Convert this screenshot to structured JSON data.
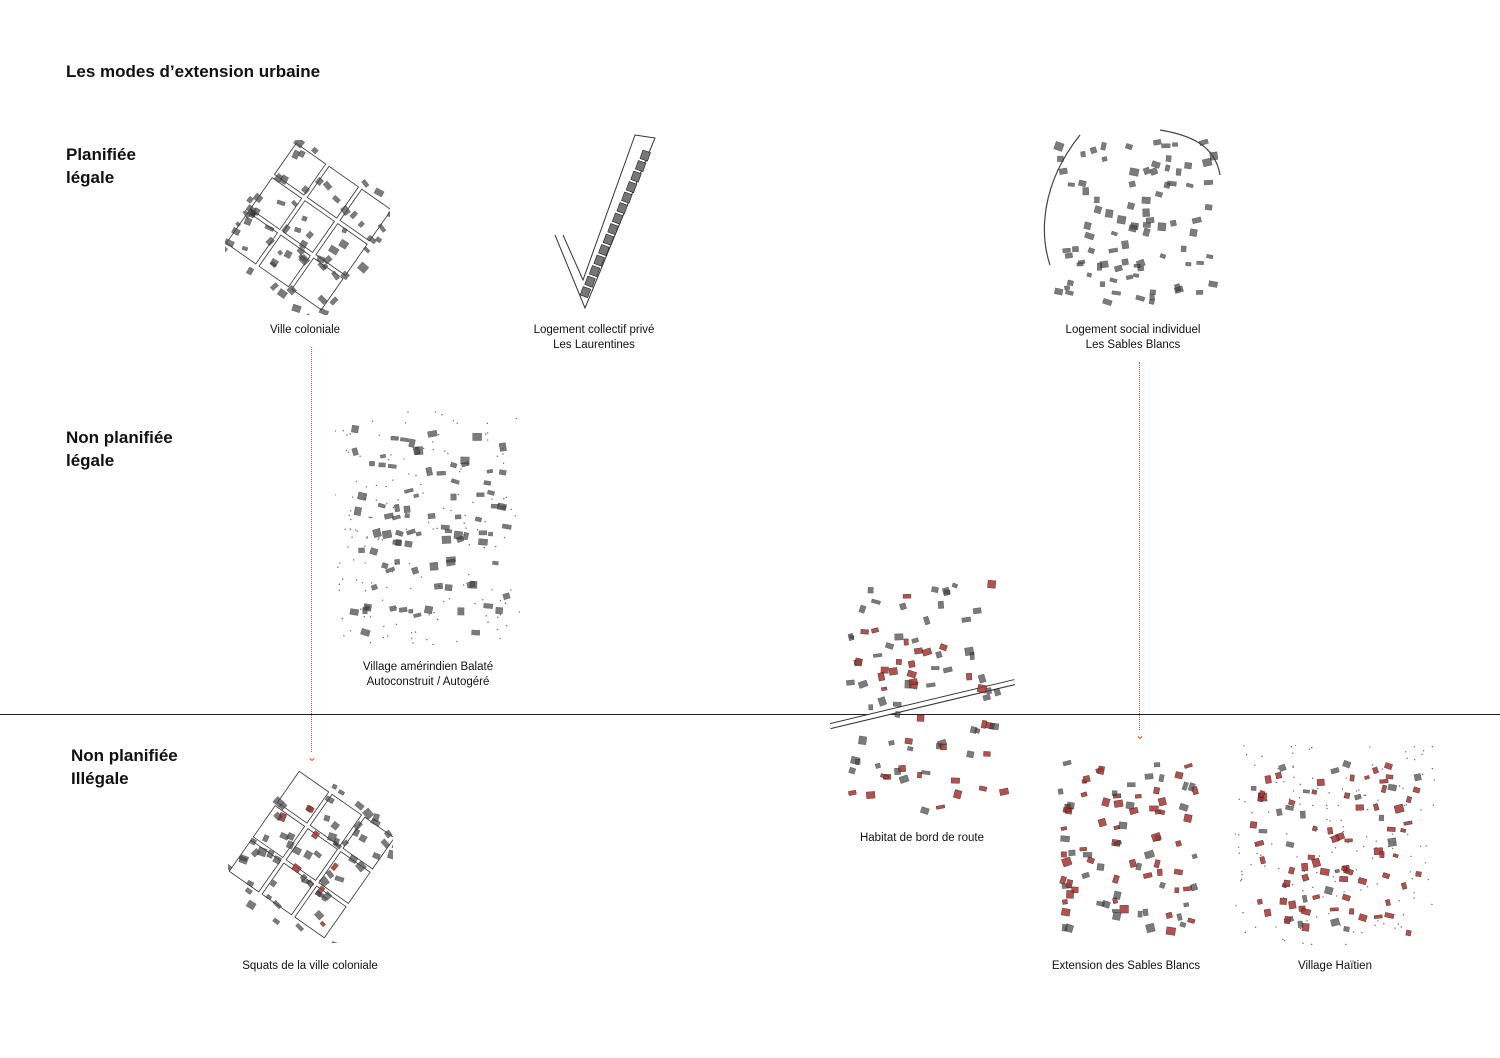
{
  "title": "Les modes d’extension urbaine",
  "rows": [
    {
      "line1": "Planifiée",
      "line2": "légale"
    },
    {
      "line1": "Non planifiée",
      "line2": "légale"
    },
    {
      "line1": "Non planifiée",
      "line2": "Illégale"
    }
  ],
  "examples": [
    {
      "id": "ville-coloniale",
      "caption1": "Ville coloniale"
    },
    {
      "id": "laurentines",
      "caption1": "Logement collectif privé",
      "caption2": "Les Laurentines"
    },
    {
      "id": "sables-blancs",
      "caption1": "Logement social individuel",
      "caption2": "Les Sables Blancs"
    },
    {
      "id": "balate",
      "caption1": "Village amérindien Balaté",
      "caption2": "Autoconstruit / Autogéré"
    },
    {
      "id": "bord-de-route",
      "caption1": "Habitat de bord de route"
    },
    {
      "id": "squats",
      "caption1": "Squats de la ville coloniale"
    },
    {
      "id": "extension-sables",
      "caption1": "Extension des Sables Blancs"
    },
    {
      "id": "village-haitien",
      "caption1": "Village Haïtien"
    }
  ],
  "colors": {
    "arrow": "#e0502a",
    "illegal_building": "#a8332e",
    "building": "#444444"
  }
}
